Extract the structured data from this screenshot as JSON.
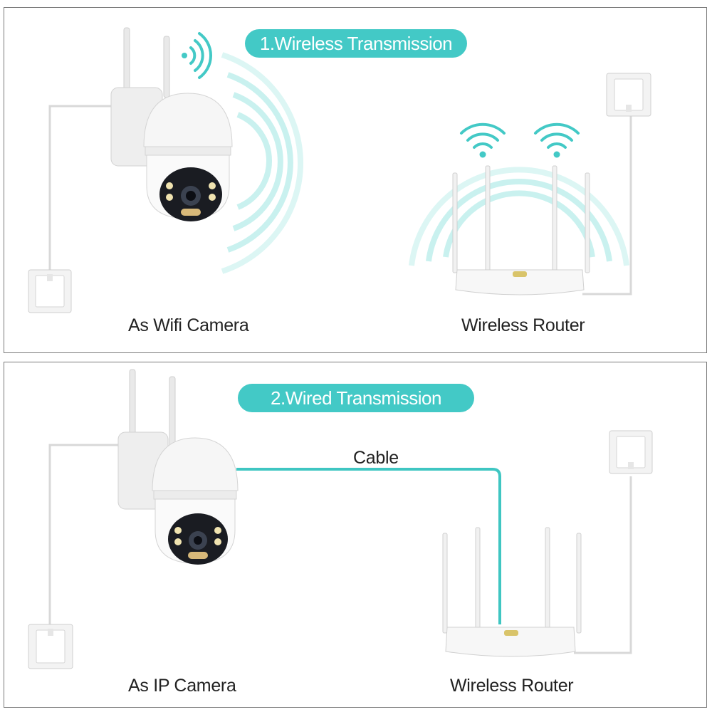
{
  "panel1": {
    "heading": "1.Wireless Transmission",
    "camera_caption": "As Wifi Camera",
    "router_caption": "Wireless Router"
  },
  "panel2": {
    "heading": "2.Wired Transmission",
    "cable_label": "Cable",
    "camera_caption": "As IP Camera",
    "router_caption": "Wireless Router"
  },
  "colors": {
    "accent": "#43c9c6",
    "cable": "#3fc6c2",
    "panel_border": "#7a7a7a"
  }
}
